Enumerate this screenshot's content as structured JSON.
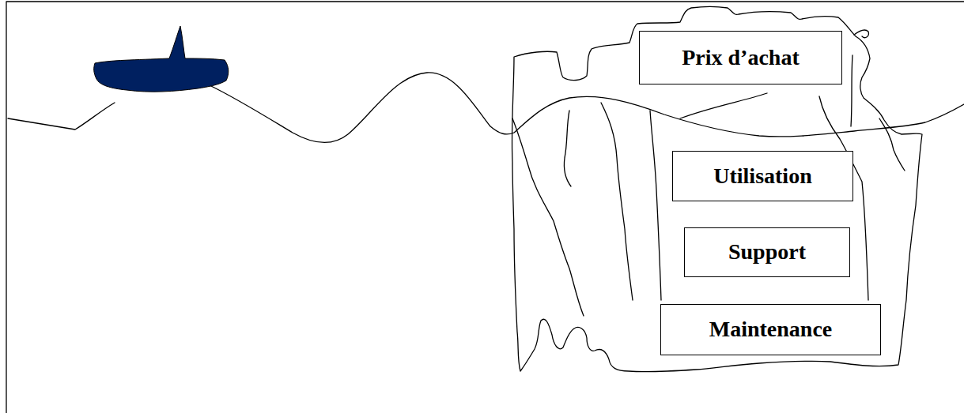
{
  "diagram": {
    "nodes": [
      {
        "text": [
          "Prix d’achat"
        ]
      },
      {
        "text": [
          "Utilisation"
        ]
      },
      {
        "text": [
          "Support"
        ]
      },
      {
        "text": [
          "Maintenance"
        ]
      }
    ]
  }
}
